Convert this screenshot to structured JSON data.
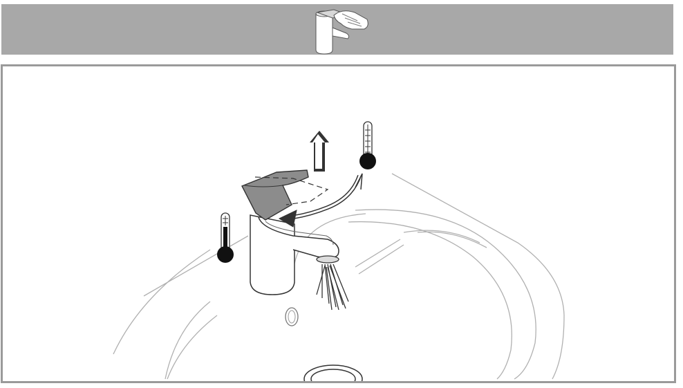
{
  "header": {
    "icon": "faucet-cleaning-hand-icon",
    "color": "#a8a8a8"
  },
  "illustration": {
    "subject": "single-lever-basin-mixer",
    "icons": [
      "hot-water-thermometer-icon",
      "cold-water-thermometer-icon",
      "lever-up-arrow-icon",
      "lever-rotation-arrow-icon",
      "water-stream-icon",
      "washbasin",
      "drain",
      "overflow-hole"
    ],
    "colors": {
      "frame": "#9a9a9a",
      "lever_shade": "#8c8c8c",
      "line": "#333333",
      "basin_line": "#b0b0b0"
    }
  }
}
